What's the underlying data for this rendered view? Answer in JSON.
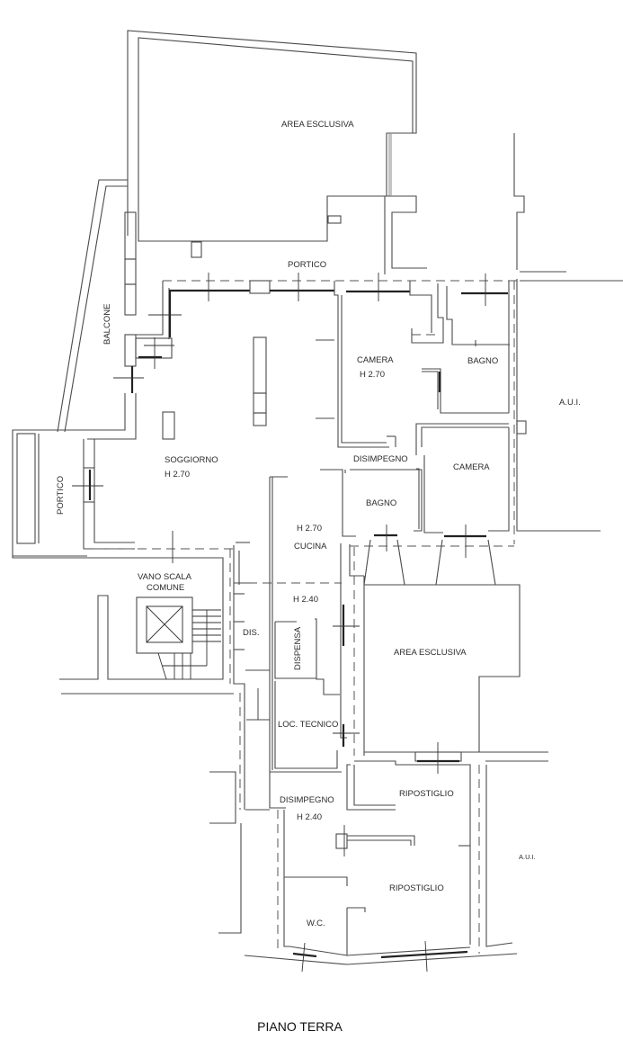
{
  "drawing_title": "PIANO TERRA",
  "rooms": {
    "area_esclusiva_top": "AREA ESCLUSIVA",
    "portico_top": "PORTICO",
    "balcone": "BALCONE",
    "portico_left": "PORTICO",
    "soggiorno": "SOGGIORNO",
    "soggiorno_h": "H 2.70",
    "camera_1": "CAMERA",
    "camera_1_h": "H 2.70",
    "bagno_1": "BAGNO",
    "aui_right_top": "A.U.I.",
    "disimpegno_1": "DISIMPEGNO",
    "camera_2": "CAMERA",
    "bagno_2": "BAGNO",
    "cucina_h": "H 2.70",
    "cucina": "CUCINA",
    "vano_scala_1": "VANO SCALA",
    "vano_scala_2": "COMUNE",
    "dis": "DIS.",
    "h240_upper": "H 2.40",
    "dispensa": "DISPENSA",
    "area_esclusiva_mid": "AREA ESCLUSIVA",
    "loc_tecnico": "LOC. TECNICO",
    "ripostiglio_1": "RIPOSTIGLIO",
    "disimpegno_2": "DISIMPEGNO",
    "disimpegno_2_h": "H 2.40",
    "aui_right_bottom": "A.U.I.",
    "ripostiglio_2": "RIPOSTIGLIO",
    "wc": "W.C."
  }
}
